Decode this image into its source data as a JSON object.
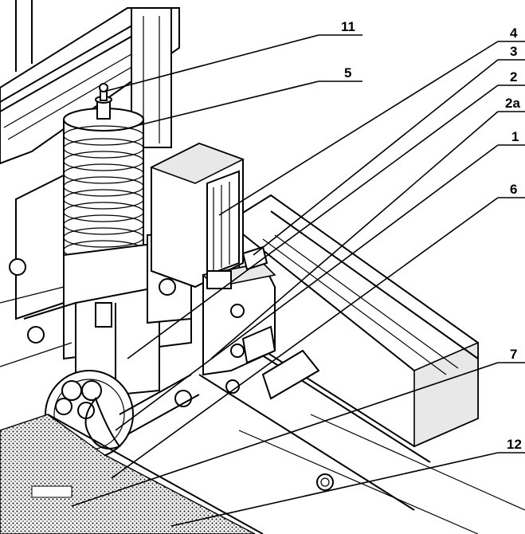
{
  "callouts": [
    {
      "id": "c11",
      "label": "11"
    },
    {
      "id": "c5",
      "label": "5"
    },
    {
      "id": "c4",
      "label": "4"
    },
    {
      "id": "c3",
      "label": "3"
    },
    {
      "id": "c2",
      "label": "2"
    },
    {
      "id": "c2a",
      "label": "2a"
    },
    {
      "id": "c1",
      "label": "1"
    },
    {
      "id": "c6",
      "label": "6"
    },
    {
      "id": "c7",
      "label": "7"
    },
    {
      "id": "c12",
      "label": "12"
    }
  ]
}
